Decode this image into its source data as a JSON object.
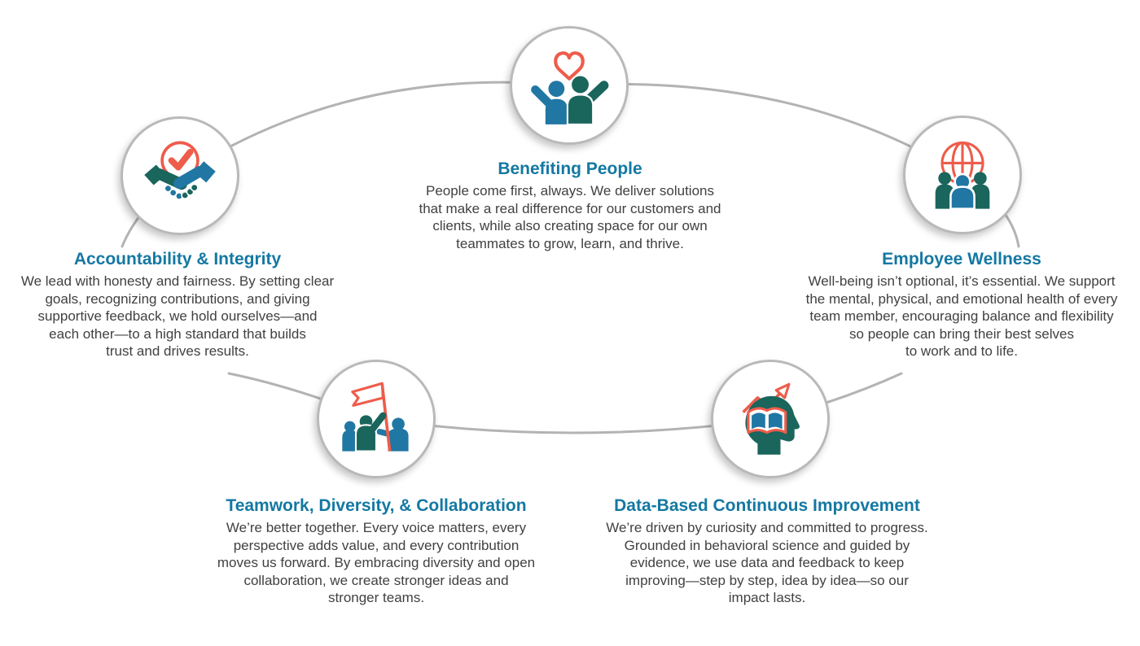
{
  "palette": {
    "heading_blue": "#1478a2",
    "body_text": "#414042",
    "icon_coral": "#ee5c4b",
    "icon_blue": "#2177a3",
    "icon_teal": "#1a655c",
    "connector_gray": "#b3b3b3",
    "circle_border_gray": "#b9b9b9"
  },
  "values": [
    {
      "id": "benefiting-people",
      "icon": "people-heart-icon",
      "title": "Benefiting People",
      "description": [
        "People come first, always. We deliver solutions",
        "that make a real difference for our customers and",
        "clients, while also creating space for our own",
        "teammates to grow, learn, and thrive."
      ]
    },
    {
      "id": "accountability-integrity",
      "icon": "handshake-check-icon",
      "title": "Accountability & Integrity",
      "description": [
        "We lead with honesty and fairness. By setting clear",
        "goals, recognizing contributions, and giving",
        "supportive feedback, we hold ourselves—and",
        "each other—to a high standard that builds",
        "trust and drives results."
      ]
    },
    {
      "id": "employee-wellness",
      "icon": "globe-people-icon",
      "title": "Employee Wellness",
      "description": [
        "Well-being isn’t optional, it’s essential. We support",
        "the mental, physical, and emotional health of every",
        "team member, encouraging balance and flexibility",
        "so people can bring their best selves",
        "to work and to life."
      ]
    },
    {
      "id": "teamwork-diversity-collaboration",
      "icon": "team-flag-icon",
      "title": "Teamwork, Diversity, & Collaboration",
      "description": [
        "We’re better together. Every voice matters, every",
        "perspective adds value, and every contribution",
        "moves us forward. By embracing diversity and open",
        "collaboration, we create stronger ideas and",
        "stronger teams."
      ]
    },
    {
      "id": "data-based-continuous-improvement",
      "icon": "head-book-arrow-icon",
      "title": "Data-Based Continuous Improvement",
      "description": [
        "We’re driven by curiosity and committed to progress.",
        "Grounded in behavioral science and guided by",
        "evidence, we use data and feedback to keep",
        "improving—step by step, idea by idea—so our",
        "impact lasts."
      ]
    }
  ]
}
